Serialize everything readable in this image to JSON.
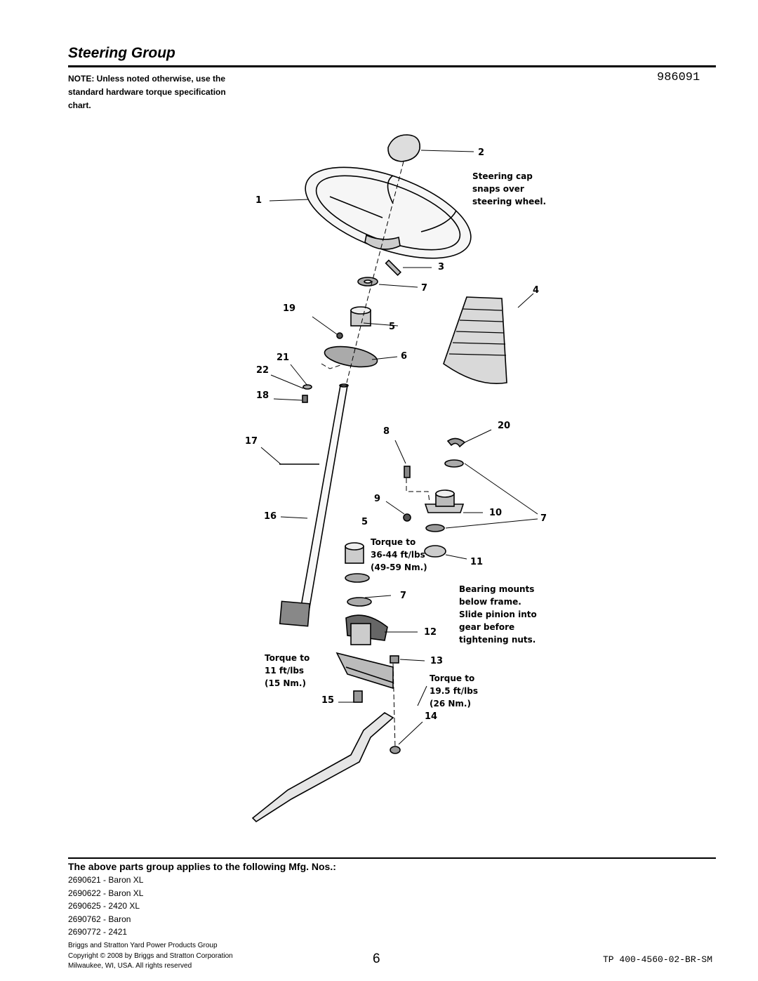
{
  "header": {
    "title": "Steering Group",
    "note": "NOTE: Unless noted otherwise, use the standard hardware torque specification chart.",
    "diagram_number": "986091"
  },
  "diagram": {
    "callouts": {
      "c1": "1",
      "c2": "2",
      "c3": "3",
      "c4": "4",
      "c5a": "5",
      "c5b": "5",
      "c6": "6",
      "c7a": "7",
      "c7b": "7",
      "c7c": "7",
      "c8": "8",
      "c9": "9",
      "c10": "10",
      "c11": "11",
      "c12": "12",
      "c13": "13",
      "c14": "14",
      "c15": "15",
      "c16": "16",
      "c17": "17",
      "c18": "18",
      "c19": "19",
      "c20": "20",
      "c21": "21",
      "c22": "22"
    },
    "notes": {
      "cap": [
        "Steering cap",
        "snaps over",
        "steering wheel."
      ],
      "torque_36_44": [
        "Torque to",
        "36-44 ft/lbs",
        "(49-59 Nm.)"
      ],
      "bearing": [
        "Bearing mounts",
        "below frame.",
        "Slide pinion into",
        "gear before",
        "tightening nuts."
      ],
      "torque_11": [
        "Torque to",
        "11 ft/lbs",
        "(15 Nm.)"
      ],
      "torque_19_5": [
        "Torque to",
        "19.5 ft/lbs",
        "(26 Nm.)"
      ]
    }
  },
  "applicability": {
    "heading": "The above parts group applies to the following Mfg. Nos.:",
    "models": [
      {
        "number": "2690621",
        "name": "Baron XL"
      },
      {
        "number": "2690622",
        "name": "Baron XL"
      },
      {
        "number": "2690625",
        "name": "2420 XL"
      },
      {
        "number": "2690762",
        "name": "Baron"
      },
      {
        "number": "2690772",
        "name": "2421"
      }
    ]
  },
  "footer": {
    "lines": [
      "Briggs and Stratton Yard Power Products Group",
      "Copyright © 2008 by Briggs and Stratton Corporation",
      "Milwaukee, WI, USA. All rights reserved"
    ],
    "page_number": "6",
    "document_code": "TP 400-4560-02-BR-SM"
  }
}
